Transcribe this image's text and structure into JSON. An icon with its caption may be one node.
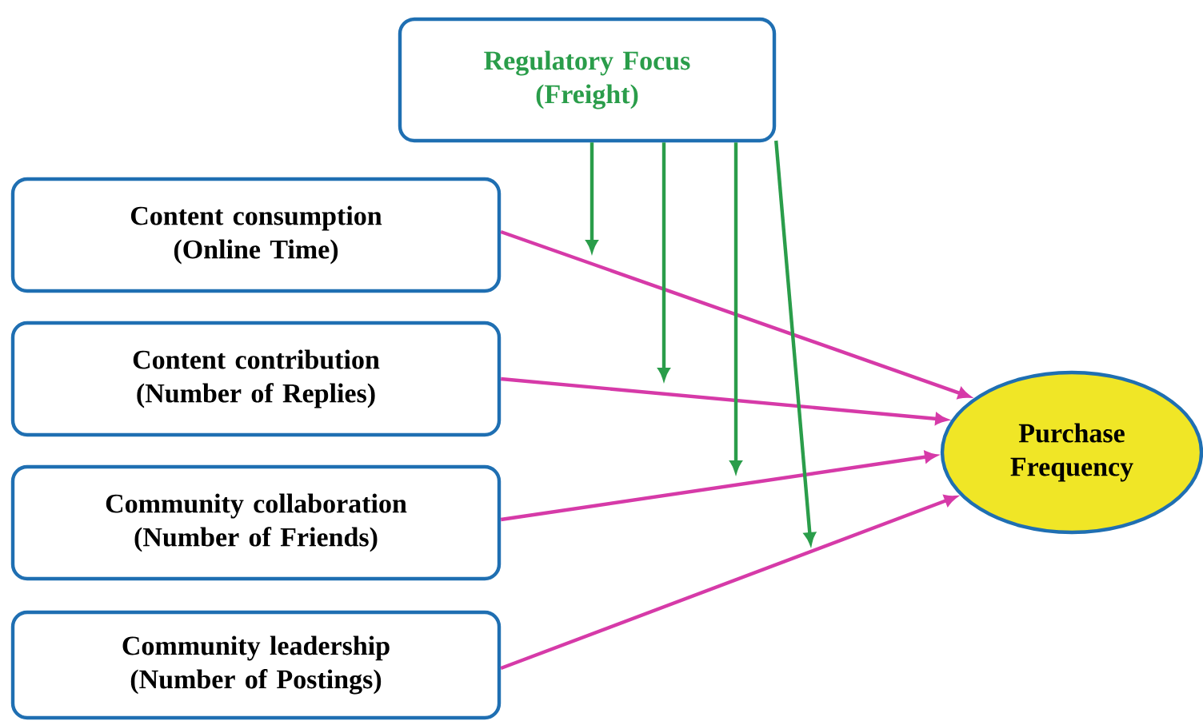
{
  "diagram": {
    "nodes": [
      {
        "text": [
          "Regulatory Focus",
          "(Freight)"
        ]
      },
      {
        "text": [
          "Content consumption",
          "(Online Time)"
        ]
      },
      {
        "text": [
          "Content contribution",
          "(Number of  Replies)"
        ]
      },
      {
        "text": [
          "Community collaboration",
          "(Number of Friends)"
        ]
      },
      {
        "text": [
          "Community leadership",
          "(Number of Postings)"
        ]
      },
      {
        "text": [
          "Purchase Frequency"
        ]
      }
    ],
    "edges": [
      {
        "from": 1,
        "to": 5,
        "arrow": "to"
      },
      {
        "from": 2,
        "to": 5,
        "arrow": "to"
      },
      {
        "from": 3,
        "to": 5,
        "arrow": "to"
      },
      {
        "from": 4,
        "to": 5,
        "arrow": "to"
      },
      {
        "from": 0,
        "to": null,
        "arrow": "to",
        "color": "#2a9d4a"
      },
      {
        "from": 0,
        "to": null,
        "arrow": "to",
        "color": "#2a9d4a"
      },
      {
        "from": 0,
        "to": null,
        "arrow": "to",
        "color": "#2a9d4a"
      },
      {
        "from": 0,
        "to": null,
        "arrow": "to",
        "color": "#2a9d4a"
      }
    ]
  }
}
